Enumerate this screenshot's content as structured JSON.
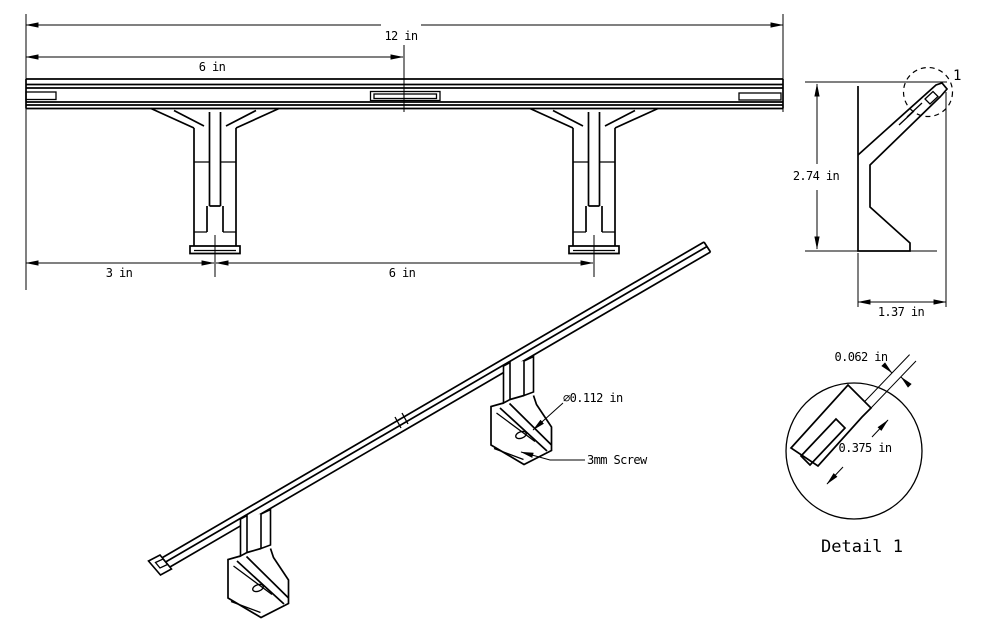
{
  "drawing": {
    "type": "engineering-cad-drawing",
    "colors": {
      "background": "#ffffff",
      "line": "#000000"
    },
    "labels": {
      "dim_overall_length": "12 in",
      "dim_half_length": "6 in",
      "dim_left_offset": "3 in",
      "dim_bracket_spacing": "6 in",
      "dim_side_height": "2.74 in",
      "dim_side_depth": "1.37 in",
      "detail_callout": "1",
      "dim_lip_thickness": "0.062 in",
      "dim_channel_width": "0.375 in",
      "detail_title": "Detail 1",
      "hole_diameter": "⌀0.112 in",
      "screw_note": "3mm Screw"
    }
  }
}
